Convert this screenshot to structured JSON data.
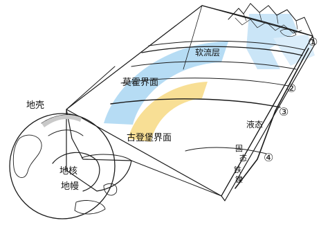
{
  "labels": {
    "crust": "地壳",
    "core": "地核",
    "mantle": "地幔",
    "moho": "莫霍界面",
    "gutenberg": "古登堡界面",
    "asthenosphere": "软流层",
    "liquid": "液态",
    "solid_1": "固",
    "solid_2": "态",
    "solid_3": "铁",
    "solid_4": "镍"
  },
  "markers": {
    "m1": "①",
    "m2": "②",
    "m3": "③",
    "m4": "④"
  },
  "colors": {
    "ink": "#1a1a1a",
    "watermark_blue": "#4aa3e0",
    "watermark_yellow": "#f3c640",
    "shade": "#c9c9c9"
  }
}
